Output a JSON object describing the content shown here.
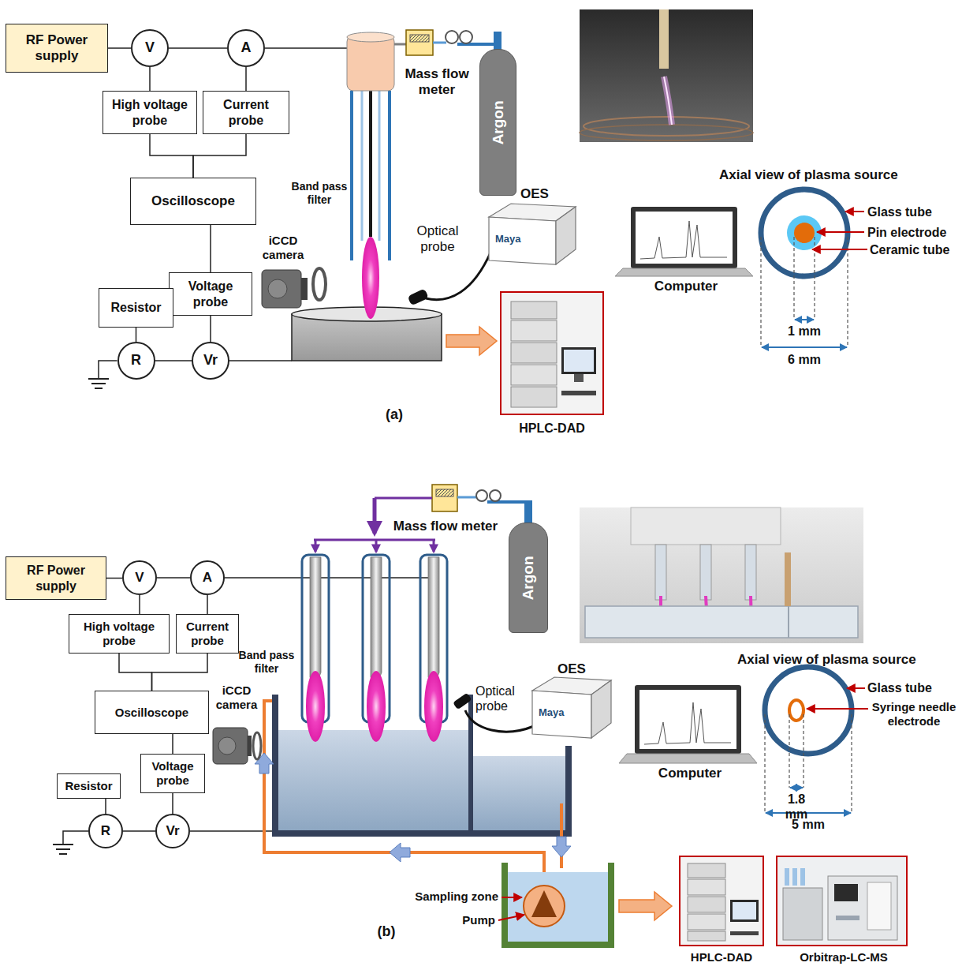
{
  "diagram": {
    "nodes": [
      {
        "text": [
          "RF Power supply"
        ]
      },
      {
        "text": [
          "V"
        ]
      },
      {
        "text": [
          "A"
        ]
      },
      {
        "text": [
          "High voltage probe"
        ]
      },
      {
        "text": [
          "Current probe"
        ]
      },
      {
        "text": [
          "Oscilloscope"
        ]
      },
      {
        "text": [
          "Voltage probe"
        ]
      },
      {
        "text": [
          "Resistor"
        ]
      },
      {
        "text": [
          "R"
        ]
      },
      {
        "text": [
          "Vr"
        ]
      },
      {
        "text": [
          "Argon"
        ]
      },
      {
        "text": [
          "RF Power supply"
        ]
      },
      {
        "text": [
          "V"
        ]
      },
      {
        "text": [
          "A"
        ]
      },
      {
        "text": [
          "High voltage probe"
        ]
      },
      {
        "text": [
          "Current probe"
        ]
      },
      {
        "text": [
          "Oscilloscope"
        ]
      },
      {
        "text": [
          "Voltage probe"
        ]
      },
      {
        "text": [
          "Resistor"
        ]
      },
      {
        "text": [
          "R"
        ]
      },
      {
        "text": [
          "Vr"
        ]
      },
      {
        "text": [
          "Argon"
        ]
      }
    ],
    "edges": [
      {
        "from": 0,
        "to": 1,
        "arrow": "none"
      },
      {
        "from": 1,
        "to": 2,
        "arrow": "none"
      },
      {
        "from": 1,
        "to": 3,
        "arrow": "none"
      },
      {
        "from": 2,
        "to": 4,
        "arrow": "none"
      },
      {
        "from": 3,
        "to": 5,
        "arrow": "none"
      },
      {
        "from": 4,
        "to": 5,
        "arrow": "none"
      },
      {
        "from": 5,
        "to": 6,
        "arrow": "none"
      },
      {
        "from": 6,
        "to": 9,
        "arrow": "none"
      },
      {
        "from": 7,
        "to": 8,
        "arrow": "none"
      },
      {
        "from": 8,
        "to": 9,
        "arrow": "none"
      },
      {
        "from": 11,
        "to": 12,
        "arrow": "none"
      },
      {
        "from": 12,
        "to": 13,
        "arrow": "none"
      },
      {
        "from": 12,
        "to": 14,
        "arrow": "none"
      },
      {
        "from": 13,
        "to": 15,
        "arrow": "none"
      },
      {
        "from": 14,
        "to": 16,
        "arrow": "none"
      },
      {
        "from": 15,
        "to": 16,
        "arrow": "none"
      },
      {
        "from": 16,
        "to": 17,
        "arrow": "none"
      },
      {
        "from": 17,
        "to": 20,
        "arrow": "none"
      },
      {
        "from": 18,
        "to": 19,
        "arrow": "none"
      },
      {
        "from": 19,
        "to": 20,
        "arrow": "none"
      }
    ],
    "labels": [
      "Mass flow meter",
      "Band pass filter",
      "iCCD camera",
      "Optical probe",
      "OES",
      "Computer",
      "HPLC-DAD",
      "Axial view of plasma source",
      "Glass tube",
      "Pin electrode",
      "Ceramic tube",
      "1 mm",
      "6 mm",
      "(a)",
      "Mass flow meter",
      "Band pass filter",
      "iCCD camera",
      "Optical probe",
      "OES",
      "Computer",
      "Axial view of plasma source",
      "Glass tube",
      "Syringe needle electrode",
      "1.8 mm",
      "5 mm",
      "Sampling zone",
      "Pump",
      "(b)",
      "HPLC-DAD",
      "Orbitrap-LC-MS",
      "Maya",
      "Maya"
    ]
  }
}
